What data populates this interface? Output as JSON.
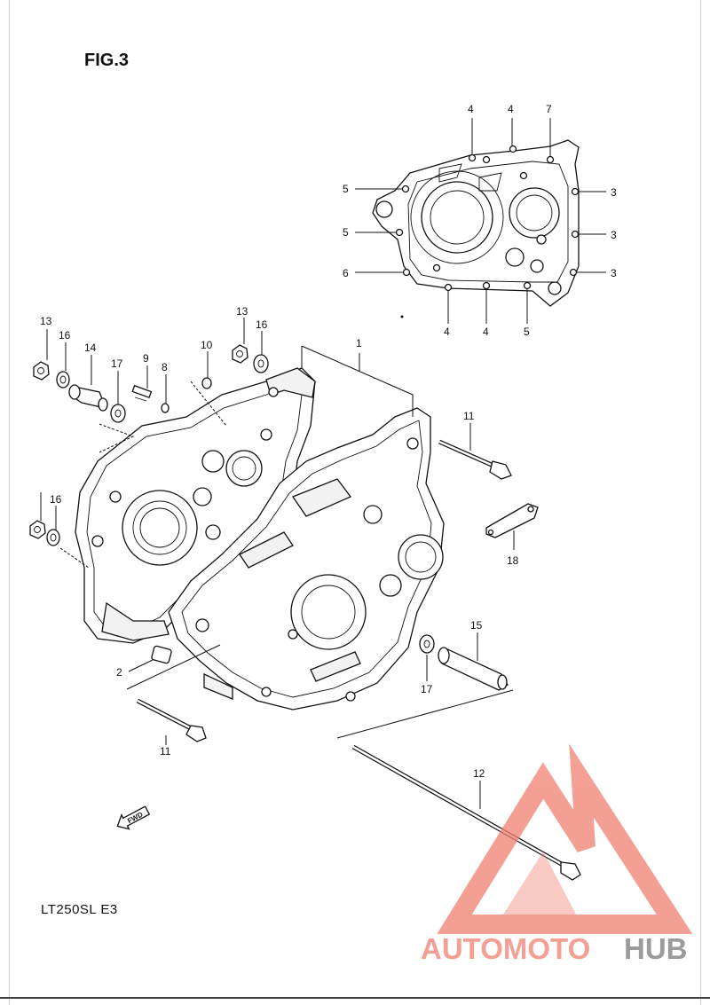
{
  "figure": {
    "title": "FIG.3",
    "model": "LT250SL  E3"
  },
  "fwd_label": "FWD",
  "callouts": {
    "n1": "1",
    "n2": "2",
    "n3a": "3",
    "n3b": "3",
    "n3c": "3",
    "n4a": "4",
    "n4b": "4",
    "n4c": "4",
    "n4d": "4",
    "n5a": "5",
    "n5b": "5",
    "n5c": "5",
    "n6": "6",
    "n7": "7",
    "n8": "8",
    "n9": "9",
    "n10": "10",
    "n11a": "11",
    "n11b": "11",
    "n12": "12",
    "n13a": "13",
    "n13b": "13",
    "n14": "14",
    "n15": "15",
    "n16a": "16",
    "n16b": "16",
    "n16c": "16",
    "n17a": "17",
    "n17b": "17",
    "n18": "18"
  },
  "watermark": {
    "part1": "AUTOMOTO",
    "part2": "HUB",
    "color_main": "#f08070",
    "color_dark": "#7a7a7a"
  }
}
